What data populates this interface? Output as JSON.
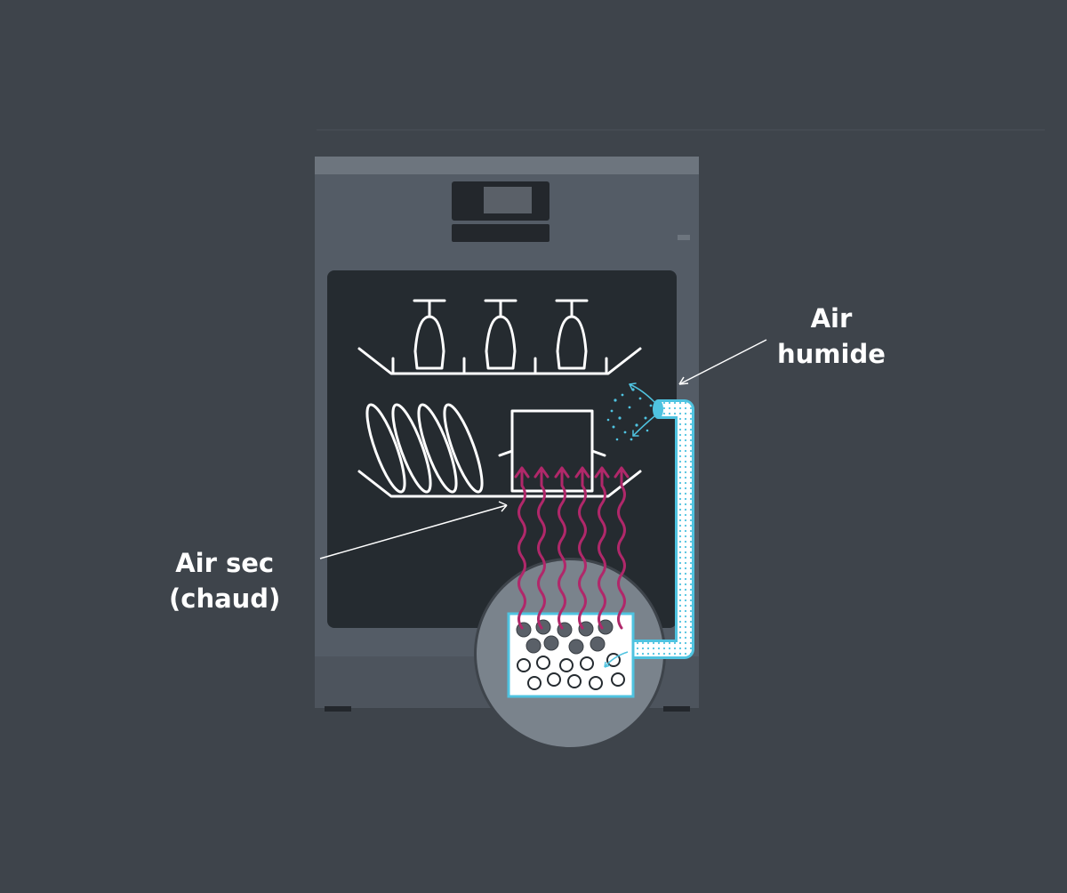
{
  "labels": {
    "humid_air": {
      "line1": "Air",
      "line2": "humide"
    },
    "dry_air": {
      "line1": "Air sec",
      "line2": "(chaud)"
    }
  },
  "colors": {
    "background": "#3e444b",
    "appliance_body": "#545c66",
    "interior": "#252b30",
    "heat_waves": "#b0286a",
    "humid_air": "#4fc3e0",
    "line_art": "#ffffff",
    "magnifier": "#7a838c"
  },
  "icons": {
    "heat_arrow": "wavy-up-arrow-icon",
    "mineral_bead": "zeolite-bead-icon"
  }
}
